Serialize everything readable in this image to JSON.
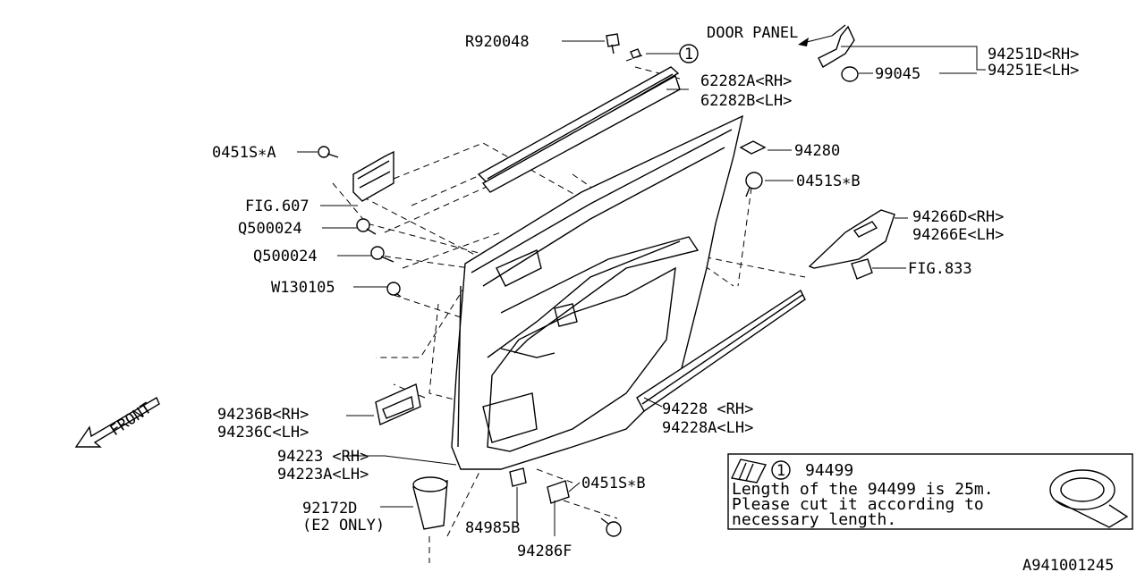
{
  "labels": {
    "r920048": "R920048",
    "circle1_top": "1",
    "door_panel": "DOOR PANEL",
    "p94251d": "94251D<RH>",
    "p94251e": "94251E<LH>",
    "p99045": "99045",
    "p62282a": "62282A<RH>",
    "p62282b": "62282B<LH>",
    "p0451sa": "0451S∗A",
    "p94280": "94280",
    "p0451sb_top": "0451S∗B",
    "fig607": "FIG.607",
    "q500024_a": "Q500024",
    "q500024_b": "Q500024",
    "w130105": "W130105",
    "p94266d": "94266D<RH>",
    "p94266e": "94266E<LH>",
    "fig833": "FIG.833",
    "front": "FRONT",
    "p94236b": "94236B<RH>",
    "p94236c": "94236C<LH>",
    "p94228": "94228 <RH>",
    "p94228a": "94228A<LH>",
    "p94223": "94223 <RH>",
    "p94223a": "94223A<LH>",
    "p92172d": "92172D",
    "e2only": "(E2 ONLY)",
    "p0451sb_bottom": "0451S∗B",
    "p84985b": "84985B",
    "p94286f": "94286F",
    "diagram_id": "A941001245"
  },
  "note": {
    "circle": "1",
    "part": "94499",
    "line1": "Length of the 94499 is 25m.",
    "line2": "Please cut it according to",
    "line3": "necessary length."
  },
  "colors": {
    "ink": "#000000",
    "paper": "#ffffff"
  }
}
